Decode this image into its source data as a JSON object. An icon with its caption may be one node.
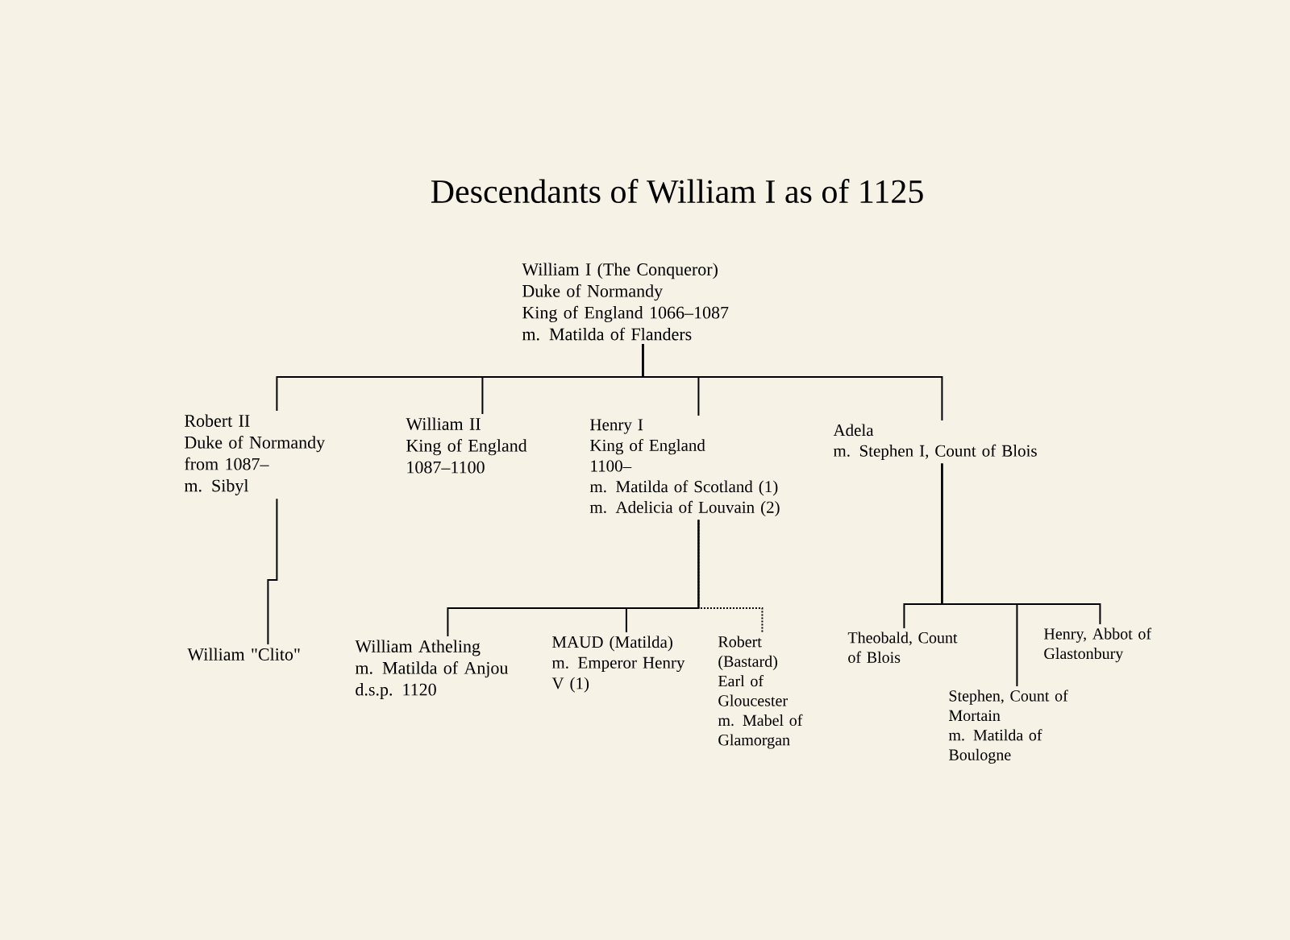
{
  "diagram": {
    "title": "Descendants of William I as of 1125",
    "nodes": [
      {
        "text": [
          "William I (The Conqueror)",
          "Duke of Normandy",
          "King of England 1066–1087",
          "m. Matilda of Flanders"
        ]
      },
      {
        "text": [
          "Robert II",
          "Duke of Normandy",
          "from 1087–",
          "m. Sibyl"
        ]
      },
      {
        "text": [
          "William II",
          "King of England",
          "1087–1100"
        ]
      },
      {
        "text": [
          "Henry I",
          "King of England",
          "1100–",
          "m. Matilda of Scotland (1)",
          "m. Adelicia of Louvain (2)"
        ]
      },
      {
        "text": [
          "Adela",
          "m. Stephen I, Count of Blois"
        ]
      },
      {
        "text": [
          "William \"Clito\""
        ]
      },
      {
        "text": [
          "William Atheling",
          "m. Matilda of Anjou",
          "d.s.p. 1120"
        ]
      },
      {
        "text": [
          "MAUD (Matilda)",
          "m. Emperor Henry V (1)"
        ]
      },
      {
        "text": [
          "Robert (Bastard)",
          "Earl of Gloucester",
          "m. Mabel of Glamorgan"
        ]
      },
      {
        "text": [
          "Theobald, Count of Blois"
        ]
      },
      {
        "text": [
          "Stephen, Count of Mortain",
          "m. Matilda of Boulogne"
        ]
      },
      {
        "text": [
          "Henry, Abbot of Glastonbury"
        ]
      }
    ],
    "edges": [
      {
        "from": 0,
        "to": 1,
        "arrow": "none"
      },
      {
        "from": 0,
        "to": 2,
        "arrow": "none"
      },
      {
        "from": 0,
        "to": 3,
        "arrow": "none"
      },
      {
        "from": 0,
        "to": 4,
        "arrow": "none"
      },
      {
        "from": 1,
        "to": 5,
        "arrow": "none"
      },
      {
        "from": 3,
        "to": 6,
        "arrow": "none"
      },
      {
        "from": 3,
        "to": 7,
        "arrow": "none"
      },
      {
        "from": 3,
        "to": 8,
        "arrow": "none",
        "style": "dashed"
      },
      {
        "from": 4,
        "to": 9,
        "arrow": "none"
      },
      {
        "from": 4,
        "to": 10,
        "arrow": "none"
      },
      {
        "from": 4,
        "to": 11,
        "arrow": "none"
      }
    ]
  }
}
